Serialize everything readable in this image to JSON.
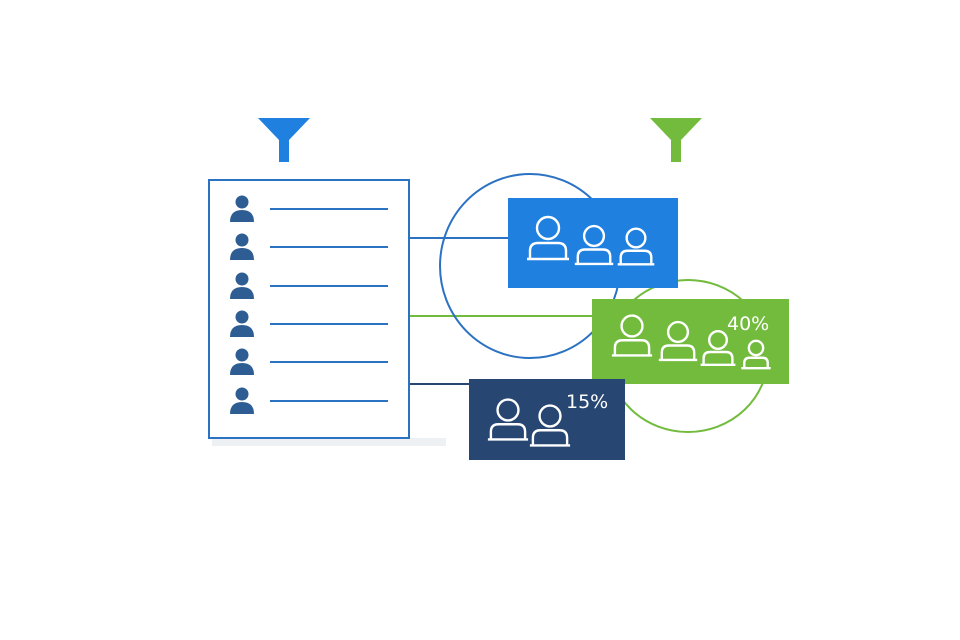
{
  "colors": {
    "blue": "#1f80e0",
    "green": "#72bb3c",
    "navy": "#274672",
    "list_border": "#2b73c2",
    "person_icon": "#2e5d93"
  },
  "filters": [
    {
      "icon": "funnel-icon",
      "color": "#1f80e0"
    },
    {
      "icon": "funnel-icon",
      "color": "#72bb3c"
    }
  ],
  "list": {
    "icon": "person-icon",
    "row_count": 6
  },
  "segments": [
    {
      "id": "blue",
      "icon": "group-icon",
      "member_count": 3,
      "percent_label": ""
    },
    {
      "id": "green",
      "icon": "group-icon",
      "member_count": 4,
      "percent_label": "40%"
    },
    {
      "id": "navy",
      "icon": "group-icon",
      "member_count": 2,
      "percent_label": "15%"
    }
  ]
}
